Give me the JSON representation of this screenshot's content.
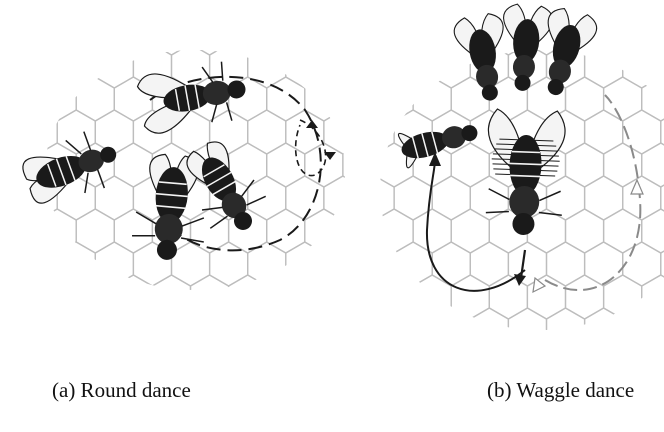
{
  "figure": {
    "panels": [
      {
        "id": "a",
        "caption": "(a)   Round dance"
      },
      {
        "id": "b",
        "caption": "(b) Waggle dance"
      }
    ],
    "colors": {
      "ink": "#1a1a1a",
      "comb": "#bdbdbd",
      "background": "#ffffff"
    }
  }
}
